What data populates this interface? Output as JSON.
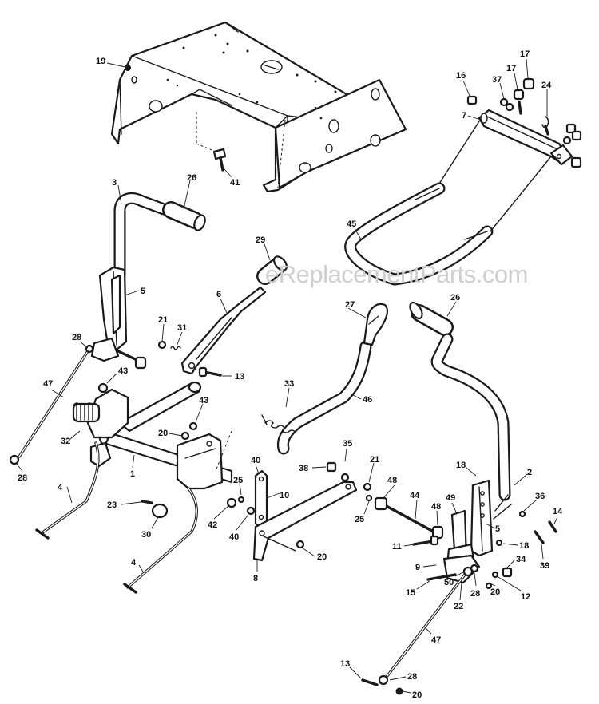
{
  "watermark": "eReplacementParts.com",
  "callouts": [
    {
      "id": "c1",
      "label": "19"
    },
    {
      "id": "c2",
      "label": "41"
    },
    {
      "id": "c3",
      "label": "16"
    },
    {
      "id": "c4",
      "label": "37"
    },
    {
      "id": "c5",
      "label": "17"
    },
    {
      "id": "c6",
      "label": "17"
    },
    {
      "id": "c7",
      "label": "24"
    },
    {
      "id": "c8",
      "label": "7"
    },
    {
      "id": "c9",
      "label": "3"
    },
    {
      "id": "c10",
      "label": "26"
    },
    {
      "id": "c11",
      "label": "45"
    },
    {
      "id": "c12",
      "label": "29"
    },
    {
      "id": "c13",
      "label": "5"
    },
    {
      "id": "c14",
      "label": "6"
    },
    {
      "id": "c15",
      "label": "21"
    },
    {
      "id": "c16",
      "label": "31"
    },
    {
      "id": "c17",
      "label": "28"
    },
    {
      "id": "c18",
      "label": "13"
    },
    {
      "id": "c19",
      "label": "43"
    },
    {
      "id": "c20",
      "label": "47"
    },
    {
      "id": "c21",
      "label": "27"
    },
    {
      "id": "c22",
      "label": "26"
    },
    {
      "id": "c23",
      "label": "33"
    },
    {
      "id": "c24",
      "label": "46"
    },
    {
      "id": "c25",
      "label": "43"
    },
    {
      "id": "c26",
      "label": "32"
    },
    {
      "id": "c27",
      "label": "20"
    },
    {
      "id": "c28",
      "label": "1"
    },
    {
      "id": "c29",
      "label": "28"
    },
    {
      "id": "c30",
      "label": "35"
    },
    {
      "id": "c31",
      "label": "38"
    },
    {
      "id": "c32",
      "label": "21"
    },
    {
      "id": "c33",
      "label": "18"
    },
    {
      "id": "c34",
      "label": "2"
    },
    {
      "id": "c35",
      "label": "40"
    },
    {
      "id": "c36",
      "label": "25"
    },
    {
      "id": "c37",
      "label": "48"
    },
    {
      "id": "c38",
      "label": "10"
    },
    {
      "id": "c39",
      "label": "4"
    },
    {
      "id": "c40",
      "label": "23"
    },
    {
      "id": "c41",
      "label": "44"
    },
    {
      "id": "c42",
      "label": "49"
    },
    {
      "id": "c43",
      "label": "36"
    },
    {
      "id": "c44",
      "label": "14"
    },
    {
      "id": "c45",
      "label": "25"
    },
    {
      "id": "c46",
      "label": "48"
    },
    {
      "id": "c47",
      "label": "42"
    },
    {
      "id": "c48",
      "label": "40"
    },
    {
      "id": "c49",
      "label": "30"
    },
    {
      "id": "c50",
      "label": "5"
    },
    {
      "id": "c51",
      "label": "11"
    },
    {
      "id": "c52",
      "label": "18"
    },
    {
      "id": "c53",
      "label": "20"
    },
    {
      "id": "c54",
      "label": "39"
    },
    {
      "id": "c55",
      "label": "4"
    },
    {
      "id": "c56",
      "label": "8"
    },
    {
      "id": "c57",
      "label": "9"
    },
    {
      "id": "c58",
      "label": "34"
    },
    {
      "id": "c59",
      "label": "15"
    },
    {
      "id": "c60",
      "label": "50"
    },
    {
      "id": "c61",
      "label": "28"
    },
    {
      "id": "c62",
      "label": "20"
    },
    {
      "id": "c63",
      "label": "12"
    },
    {
      "id": "c64",
      "label": "22"
    },
    {
      "id": "c65",
      "label": "47"
    },
    {
      "id": "c66",
      "label": "13"
    },
    {
      "id": "c67",
      "label": "28"
    },
    {
      "id": "c68",
      "label": "20"
    }
  ]
}
